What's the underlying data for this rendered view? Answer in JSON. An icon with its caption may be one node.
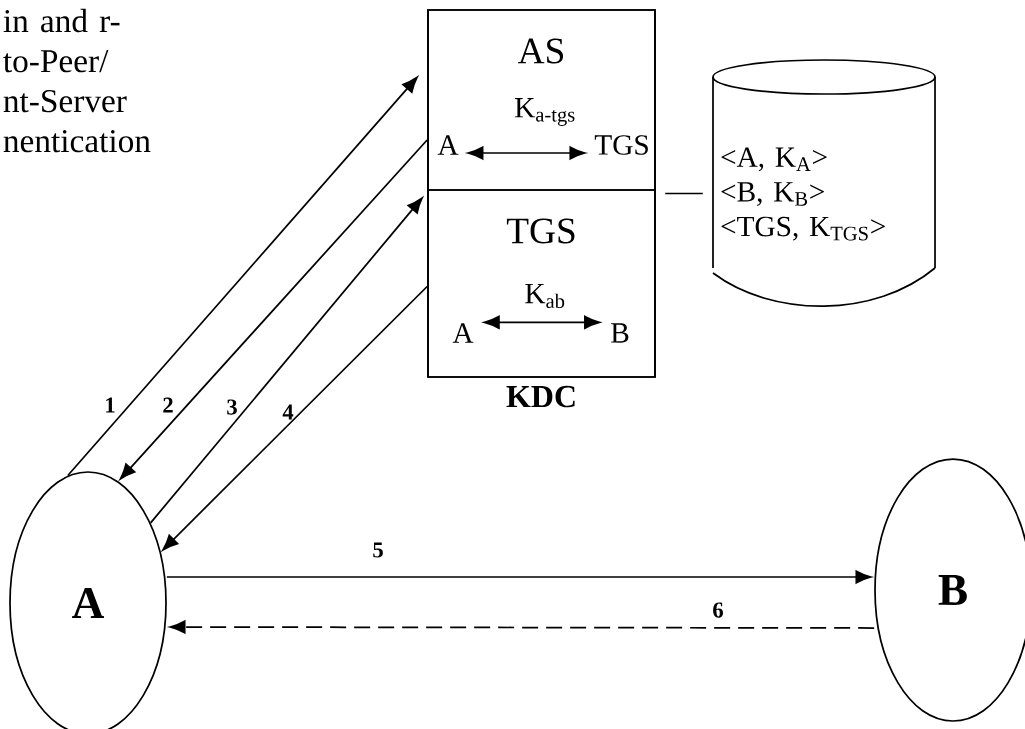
{
  "diagram": {
    "nodes": [
      {
        "text": [
          "KDC"
        ]
      },
      {
        "text": [
          "AS"
        ],
        "in": 0
      },
      {
        "text": [
          "A"
        ],
        "in": 1
      },
      {
        "text": [
          "TGS"
        ],
        "in": 1
      },
      {
        "text": [
          "TGS"
        ],
        "in": 0
      },
      {
        "text": [
          "A"
        ],
        "in": 4
      },
      {
        "text": [
          "B"
        ],
        "in": 4
      },
      {
        "text": [
          "<A, K$_{A}$>",
          "<B, K$_{B}$>",
          "<TGS, K$_{TGS}$>"
        ]
      },
      {
        "text": [
          "A"
        ]
      },
      {
        "text": [
          "B"
        ]
      }
    ],
    "edges": [
      {
        "from": 2,
        "to": 3,
        "arrow": "both",
        "label": "K$_{a-tgs}$"
      },
      {
        "from": 5,
        "to": 6,
        "arrow": "both",
        "label": "K$_{ab}$"
      },
      {
        "from": 8,
        "to": 1,
        "arrow": "to",
        "label": "1"
      },
      {
        "from": 1,
        "to": 8,
        "arrow": "to",
        "label": "2"
      },
      {
        "from": 8,
        "to": 4,
        "arrow": "to",
        "label": "3"
      },
      {
        "from": 4,
        "to": 8,
        "arrow": "to",
        "label": "4"
      },
      {
        "from": 8,
        "to": 9,
        "arrow": "to",
        "label": "5"
      },
      {
        "from": 9,
        "to": 8,
        "arrow": "to",
        "label": "6",
        "style": "dashed"
      },
      {
        "from": 0,
        "to": 7,
        "arrow": "none"
      }
    ],
    "labels": [
      "in and r-to-Peer/ nt-Server nentication"
    ]
  }
}
